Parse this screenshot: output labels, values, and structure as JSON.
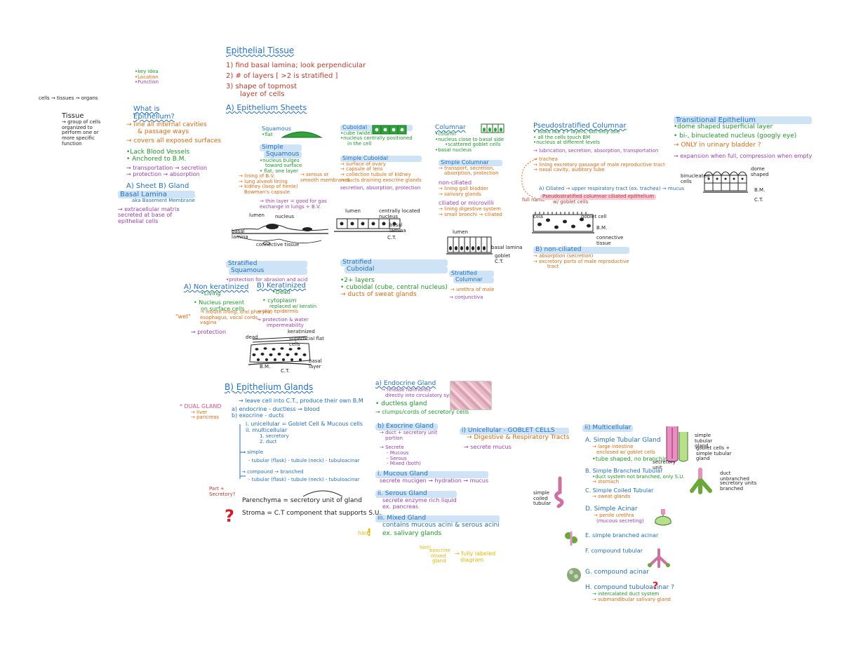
{
  "top_left": {
    "flow": "cells → tissues → organs",
    "tissue_title": "Tissue",
    "tissue_def": [
      "→ group of cells",
      "organized to",
      "perform one or",
      "more specific",
      "function"
    ]
  },
  "key": {
    "items": [
      "•key idea",
      "•Location",
      "•Function"
    ]
  },
  "header": {
    "title": "Epithelial Tissue",
    "steps": [
      "1) find basal lamina; look perpendicular",
      "2) # of layers [ >2 is stratified ]",
      "3) shape of topmost",
      "layer of cells"
    ]
  },
  "what_is": {
    "title": "What is",
    "title2": "Epithelium?",
    "points": [
      "→ line all internal cavities",
      "& passage ways",
      "→ covers all exposed surfaces",
      "•Lack Blood Vessels",
      "• Anchored to B.M.",
      "→ transportation  → secretion",
      "→ protection       → absorption"
    ],
    "types": "A) Sheet    B) Gland"
  },
  "basal_lamina": {
    "title": "Basal Lamina",
    "sub": "aka Basement Membrane",
    "points": [
      "→ extracellular matrix",
      "secreted at base of",
      "epithelial cells"
    ]
  },
  "sheets": {
    "title": "A) Epithelium Sheets"
  },
  "squamous": {
    "title": "Squamous",
    "sub": "•flat",
    "simple_title": "Simple",
    "simple_title2": "Squamous",
    "points": [
      "•nucleus bulges",
      "toward surface",
      "• flat, one layer",
      "→ lining of B.V.",
      "→ lung alveoli lining",
      "→ kidney (loop of henle)",
      "Bowman's capsule"
    ],
    "serous": [
      "→ serous or",
      "smooth membranes"
    ],
    "note": [
      "→ thin layer = good for gas",
      "exchange in lungs + B.V."
    ],
    "labels": [
      "lumen",
      "nucleus",
      "basal",
      "lamina",
      "connective tissue"
    ]
  },
  "cuboidal": {
    "title": "Cuboidal",
    "points": [
      "•cube (wide)",
      "•nucleus centrally positioned",
      "in the cell"
    ],
    "simple_title": "Simple Cuboidal",
    "simple_points": [
      "→ surface of ovary",
      "→ capsule of lens",
      "→ collection tubule of kidney",
      "→ ducts draining exocrine glands"
    ],
    "functions": "secretion, absorption, protection",
    "labels": [
      "lumen",
      "centrally located nucleus",
      "basal lamina",
      "C.T."
    ]
  },
  "columnar": {
    "title": "Columnar",
    "points": [
      "•column",
      "•nucleus close to basal side",
      "•scattered goblet cells",
      "•basal nucleus"
    ],
    "simple_title": "Simple Columnar",
    "simple_points": [
      "→ transport, secretion,",
      "absorption, protection"
    ],
    "ciliated": "non-ciliated",
    "ciliated_points": [
      "→ lining gall bladder",
      "→ salivary glands"
    ],
    "ciliated2": "ciliated or microvilli",
    "ciliated2_points": [
      "→ lining digestive system",
      "→ small bronchi → ciliated"
    ],
    "labels": [
      "lumen",
      "basal lamina",
      "goblet C.T."
    ]
  },
  "pseudo": {
    "title": "Pseudostratified Columnar",
    "points": [
      "• looks like 2+ layers, but only one",
      "• all the cells touch BM",
      "•nucleus at different levels"
    ],
    "functions": "→ lubrication, secretion, absorption, transportation",
    "uses": [
      "→ trachea",
      "→ lining excretory passage of male reproductive tract",
      "→ nasal cavity, auditory tube"
    ],
    "ciliated": "A) Ciliated → upper respiratory tract (ex. trachea) → mucus",
    "fullname": [
      "Pseudostratified columnar ciliated epithelium",
      "w/ goblet cells"
    ],
    "full_label": "full name",
    "non_ciliated": "B) non-ciliated",
    "non_points": [
      "→ absorption (secretion)",
      "→ excretory parts of male reproductive",
      "tract"
    ],
    "labels": [
      "cilia",
      "goblet cell",
      "B.M.",
      "connective tissue"
    ]
  },
  "transitional": {
    "title": "Transitional Epithelium",
    "points": [
      "•dome shaped superficial layer",
      "• bi-, binucleated nucleus (googly eye)",
      "→ ONLY in urinary bladder ?",
      "→ expansion when full, compression when empty"
    ],
    "labels": [
      "dome shaped",
      "binucleated cells",
      "B.M.",
      "C.T."
    ]
  },
  "stratified_sq": {
    "title": "Stratified",
    "title2": "Squamous",
    "sub": "•protection for abrasion and acid",
    "non_k_title": "A) Non keratinized",
    "non_k": [
      "•Living",
      "• Nucleus present",
      "on surface cells",
      "→ mouth lining, oral pharynx,",
      "esophagus, vocal cords,",
      "vagina"
    ],
    "wet": "\"wet\"",
    "protection": "→ protection",
    "k_title": "B) Keratinized",
    "k": [
      "•Dead",
      "• cytoplasm",
      "replaced w/ keratin",
      "→ skin epidermis",
      "→ protection & water",
      "impermeability"
    ],
    "labels": [
      "keratinized",
      "superficial flat cells",
      "dead",
      "B.M.",
      "C.T.",
      "basal layer"
    ]
  },
  "stratified_cub": {
    "title": "Stratified",
    "title2": "Cuboidal",
    "points": [
      "•2+ layers",
      "• cuboidal (cube, central nucleus)",
      "→ ducts of sweat glands"
    ]
  },
  "stratified_col": {
    "title": "Stratified",
    "title2": "Columnar",
    "points": [
      "→ urethra of male",
      "→ conjunctiva"
    ]
  },
  "glands": {
    "title": "B) Epithelium Glands",
    "points": [
      "→ leave cell into C.T., produce their own B.M",
      "a) endocrine - ductless → blood",
      "b) exocrine - ducts",
      "i. unicellular = Goblet Cell & Mucous cells",
      "ii. multicellular",
      "1. secretory",
      "2. duct",
      "→ simple",
      "- tubular (flask) - tubule (neck) - tubuloacinar",
      "→ compound → branched",
      "- tubular (flask) - tubule (neck) - tubuloacinar"
    ],
    "dual": [
      "* DUAL GLAND",
      "→ liver",
      "→ pancreas"
    ],
    "parenchyma": "Parenchyma = secretory unit of gland",
    "stroma": "Stroma = C.T component that supports S.U.",
    "side_q": [
      "Part +",
      "Secretory?"
    ]
  },
  "endocrine": {
    "title": "a) Endocrine Gland",
    "points": [
      "→ release hormones",
      "directly into circulatory system",
      "• ductless gland",
      "→ clumps/cords of secretory cells"
    ]
  },
  "exocrine": {
    "title": "b) Exocrine Gland",
    "points": [
      "→ duct + secretory unit",
      "portion",
      "→ Secrete",
      "- Mucous",
      "- Serous",
      "- Mixed (both)"
    ],
    "mucous_title": "i. Mucous Gland",
    "mucous": "secrete mucigen → hydration → mucus",
    "serous_title": "ii. Serous Gland",
    "serous": [
      "secrete enzyme rich liquid",
      "ex. pancreas"
    ],
    "mixed_title": "iii. Mixed Gland",
    "mixed": [
      "contains mucous acini & serous acini",
      "ex. salivary glands"
    ],
    "hint": "hint!",
    "note": [
      "exocrine",
      "mixed",
      "gland"
    ],
    "fully": [
      "→ fully labeled",
      "diagram"
    ]
  },
  "unicellular": {
    "title": "i) Unicellular - GOBLET CELLS",
    "points": [
      "→ Digestive & Respiratory Tracts",
      "→ secrete mucus"
    ]
  },
  "multicellular": {
    "title": "ii) Multicellular",
    "items": [
      {
        "head": "A. Simple Tubular Gland",
        "sub": [
          "→ large intestine",
          "enclosed w/ goblet cells",
          "•tube shaped, no branching"
        ]
      },
      {
        "head": "B. Simple Branched Tubular",
        "sub": [
          "•duct system not branched, only S.U.",
          "→ stomach"
        ]
      },
      {
        "head": "C. Simple Coiled Tubular",
        "sub": [
          "→ sweat glands"
        ]
      },
      {
        "head": "D. Simple Acinar",
        "sub": [
          "→ penile urethra",
          "(mucous secreting)"
        ]
      },
      {
        "head": "E. simple branched acinar",
        "sub": []
      },
      {
        "head": "F. compound tubular",
        "sub": []
      },
      {
        "head": "G. compound acinar",
        "sub": []
      },
      {
        "head": "H. compound tubuloacinar ?",
        "sub": [
          "→ intercalated duct system",
          "→ submandibular salivary gland"
        ]
      }
    ],
    "labels": [
      "simple tubular gland",
      "goblet cells + simple tubular gland",
      "secretory unit",
      "duct unbranched",
      "secretory units branched",
      "simple coiled tubular"
    ]
  },
  "colors": {
    "blue": "#1f6fc4",
    "red": "#c0392b",
    "orange": "#e06a10",
    "green": "#1e9a2a",
    "purple": "#9a3fb0",
    "pink": "#e0508a",
    "yellow": "#e8b400"
  }
}
